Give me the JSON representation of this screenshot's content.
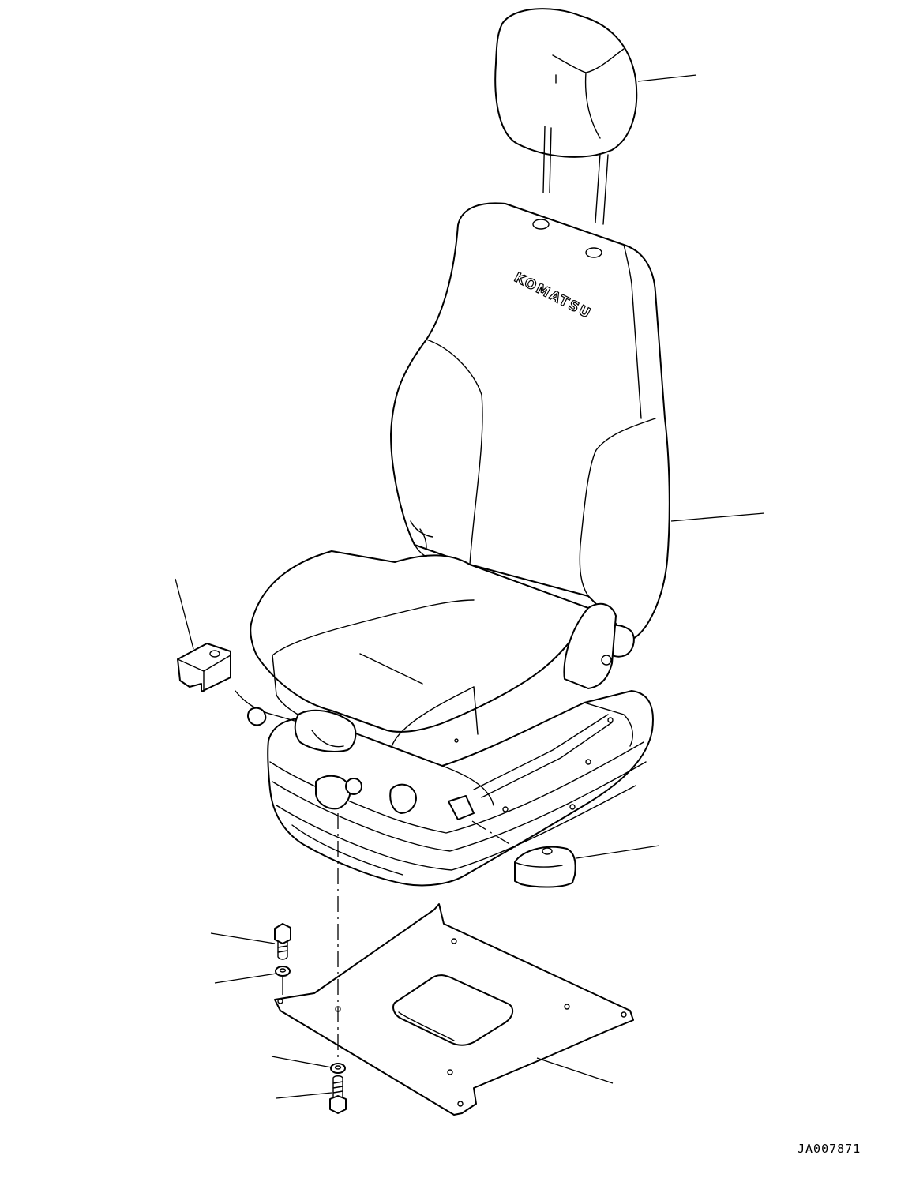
{
  "drawing": {
    "id": "JA007871",
    "brand_mark": "KOMATSU"
  },
  "parts": [
    {
      "name": "headrest"
    },
    {
      "name": "seat-assembly"
    },
    {
      "name": "bracket-left"
    },
    {
      "name": "bracket-right"
    },
    {
      "name": "bolt-upper"
    },
    {
      "name": "washer-upper"
    },
    {
      "name": "washer-lower"
    },
    {
      "name": "bolt-lower"
    },
    {
      "name": "mounting-plate"
    }
  ]
}
